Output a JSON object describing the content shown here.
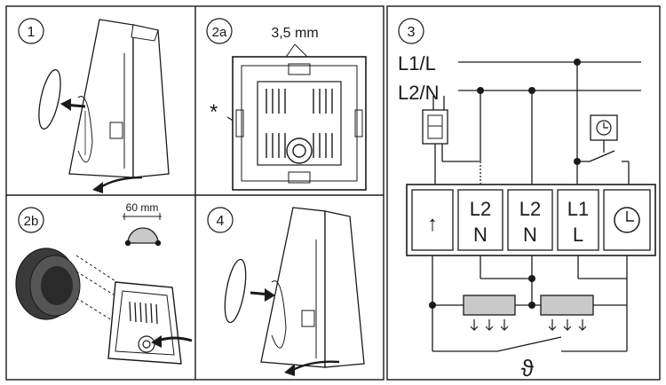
{
  "panels": {
    "p1": {
      "number": "1"
    },
    "p2a": {
      "number": "2a",
      "dimension": "3,5 mm",
      "marker": "*"
    },
    "p2b": {
      "number": "2b",
      "dimension": "60 mm"
    },
    "p4": {
      "number": "4"
    },
    "p3": {
      "number": "3",
      "lines": {
        "l1": "L1/L",
        "l2": "L2/N"
      },
      "terminals": [
        {
          "top": "↑",
          "bottom": ""
        },
        {
          "top": "L2",
          "bottom": "N"
        },
        {
          "top": "L2",
          "bottom": "N"
        },
        {
          "top": "L1",
          "bottom": "L"
        },
        {
          "top": "",
          "bottom": ""
        }
      ],
      "symbol": "ϑ"
    }
  },
  "colors": {
    "ink": "#1a1a1a",
    "heater_fill": "#c9c9c9",
    "device_fill": "#ffffff",
    "box_fill": "#333333"
  }
}
